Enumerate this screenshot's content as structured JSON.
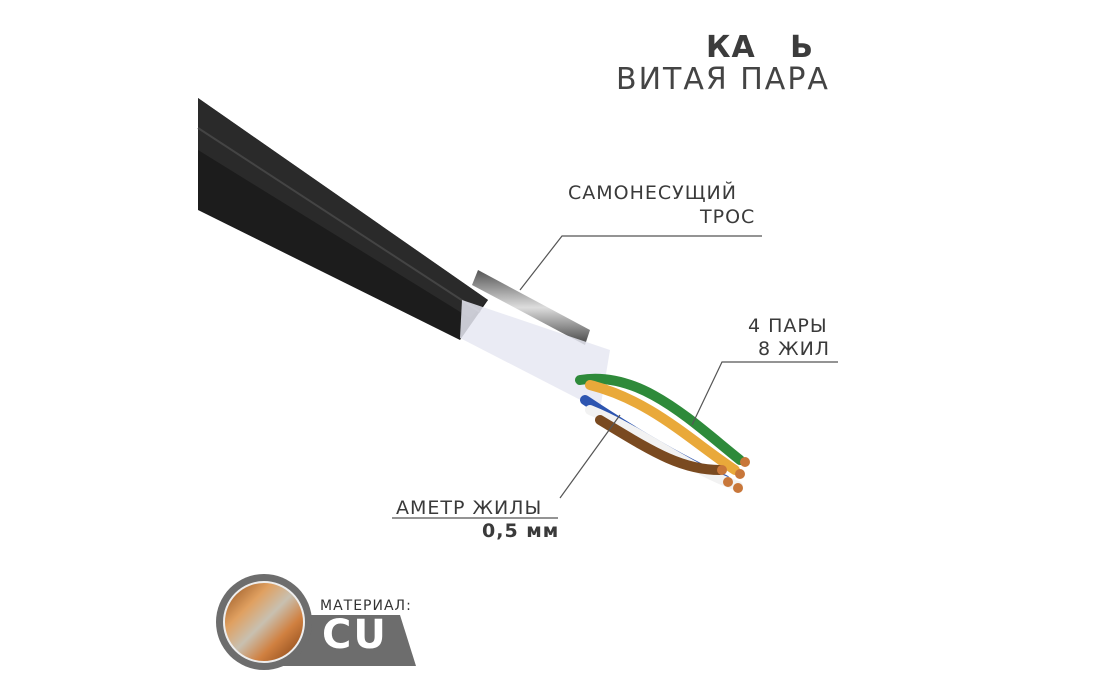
{
  "title": {
    "line1": "КА   Ь",
    "line2": "ВИТАЯ ПАРА"
  },
  "callouts": {
    "messenger": {
      "line1": "САМОНЕСУЩИЙ",
      "line2": "ТРОС"
    },
    "pairs": {
      "line1": "4 ПАРЫ",
      "line2": "8 ЖИЛ"
    },
    "diameter": {
      "line1": "АМЕТР ЖИЛЫ",
      "line2": "0,5 мм"
    }
  },
  "material": {
    "label": "МАТЕРИАЛ:",
    "value": "CU"
  },
  "colors": {
    "jacket": "#1a1a1a",
    "badge": "#6d6d6d",
    "copper": "#c8773a"
  }
}
